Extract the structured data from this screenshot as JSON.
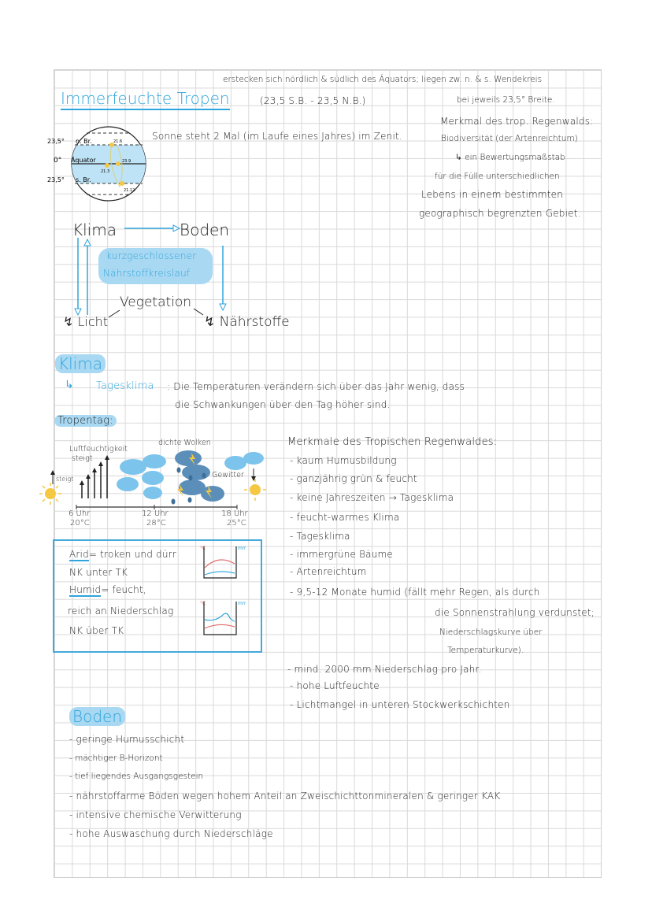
{
  "page": {
    "title": "Immerfeuchte Tropen",
    "intro": {
      "line1": "erstecken sich nördlich & südlich des Äquators; liegen zw. n. & s. Wendekreis",
      "latitude_range": "(23,5 S.B. - 23,5 N.B.)",
      "line2": "bei jeweils 23,5° Breite.",
      "zenith": "Sonne steht 2 Mal (im Laufe eines Jahres) im Zenit."
    },
    "globe": {
      "labels": [
        "23,5°",
        "n. Br.",
        "0°",
        "Äquator",
        "23,5°",
        "s. Br."
      ],
      "dates": [
        "21.6",
        "21.3",
        "23.9",
        "21.12"
      ]
    },
    "merkmal": {
      "heading": "Merkmal des trop. Regenwalds:",
      "lines": [
        "Biodiversität (der Artenreichtum)",
        "↳ ein Bewertungsmaßstab",
        "für die Fülle unterschiedlichen",
        "Lebens in einem bestimmten",
        "geographisch begrenzten Gebiet."
      ]
    },
    "cycle_diagram": {
      "nodes": {
        "klima": "Klima",
        "boden": "Boden",
        "vegetation": "Vegetation",
        "licht": "↯ Licht",
        "naehrstoffe": "↯ Nährstoffe"
      },
      "center_label_1": "kurzgeschlossener",
      "center_label_2": "Nährstoffkreislauf"
    },
    "klima_section": {
      "heading": "Klima",
      "tagesklima_label": "Tagesklima",
      "tagesklima_text_1": ": Die Temperaturen verändern sich über das Jahr wenig, dass",
      "tagesklima_text_2": "die Schwankungen über den Tag höher sind.",
      "tropentag_label": "Tropentag:"
    },
    "tropentag_diagram": {
      "humidity_label_1": "Luftfeuchtigkeit",
      "humidity_label_2": "steigt",
      "rises_label": "steigt",
      "clouds_label": "dichte Wolken",
      "storm_label": "Gewitter",
      "times": [
        {
          "time": "6 Uhr",
          "temp": "20°C"
        },
        {
          "time": "12 Uhr",
          "temp": "28°C"
        },
        {
          "time": "18 Uhr",
          "temp": "25°C"
        }
      ]
    },
    "arid_humid_box": {
      "arid_term": "Arid",
      "arid_def": "= troken und dürr",
      "arid_line2": "NK unter TK",
      "humid_term": "Humid",
      "humid_def": "= feucht,",
      "humid_line2": "reich an Niederschlag",
      "humid_line3": "NK über TK",
      "chart_unit_left": "°C",
      "chart_unit_right": "mm"
    },
    "regenwald_merkmale": {
      "heading": "Merkmale des Tropischen Regenwaldes:",
      "items": [
        "- kaum Humusbildung",
        "- ganzjährig grün & feucht",
        "- keine Jahreszeiten → Tagesklima",
        "- feucht-warmes Klima",
        "- Tagesklima",
        "- immergrüne Bäume",
        "- Artenreichtum",
        "- 9,5-12 Monate humid (fällt mehr Regen, als durch"
      ],
      "humid_cont": [
        "die Sonnenstrahlung verdunstet;",
        "Niederschlagskurve über",
        "Temperaturkurve)."
      ],
      "items_2": [
        "- mind. 2000 mm Niederschlag pro Jahr.",
        "- hohe Luftfeuchte",
        "- Lichtmangel in unteren Stockwerkschichten"
      ]
    },
    "boden_section": {
      "heading": "Boden",
      "items": [
        "- geringe Humusschicht",
        "- mächtiger B-Horizont",
        "- tief liegendes Ausgangsgestein",
        "- nährstoffarme Böden wegen hohem Anteil an Zweischichttonmineralen & geringer KAK",
        "- intensive chemische Verwitterung",
        "- hohe Auswaschung durch Niederschläge"
      ]
    },
    "colors": {
      "accent_blue": "#2fa5dc",
      "highlight": "#a9d8f2",
      "temp_red": "#e06b6b",
      "sun": "#f5c842",
      "cloud_dark": "#5b8fb9"
    }
  }
}
